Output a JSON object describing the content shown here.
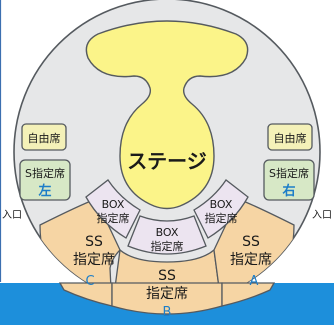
{
  "colors": {
    "stage": "#fbf489",
    "floor": "#e6e7e8",
    "box": "#ece4f0",
    "ss": "#f6d5a4",
    "green_block": "#d7e8c6",
    "free_block": "#f4f1b8",
    "outline": "#555a5f",
    "letter_blue": "#1d7ec8",
    "bottom_band": "#1d8fdb"
  },
  "venue": {
    "stage": "ステージ",
    "entrance_left": "入口",
    "entrance_right": "入口"
  },
  "sections": {
    "free_left": "自由席",
    "free_right": "自由席",
    "s_left": {
      "line1": "S指定席",
      "side": "左"
    },
    "s_right": {
      "line1": "S指定席",
      "side": "右"
    },
    "box_left": {
      "line1": "BOX",
      "line2": "指定席"
    },
    "box_center": {
      "line1": "BOX",
      "line2": "指定席"
    },
    "box_right": {
      "line1": "BOX",
      "line2": "指定席"
    },
    "ss_c": {
      "line1": "SS",
      "line2": "指定席",
      "letter": "C"
    },
    "ss_b": {
      "line1": "SS",
      "line2": "指定席",
      "letter": "B"
    },
    "ss_a": {
      "line1": "SS",
      "line2": "指定席",
      "letter": "A"
    }
  }
}
